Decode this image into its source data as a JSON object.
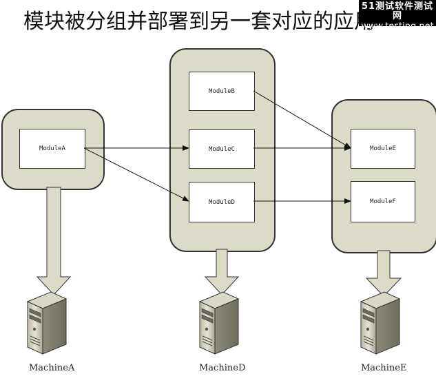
{
  "title": "模块被分组并部署到另一套对应的应用",
  "watermark": {
    "line1": "51测试软件测试网",
    "line2": "www.testing.net"
  },
  "modules": {
    "a": "ModuleA",
    "b": "ModuleB",
    "c": "ModuleC",
    "d": "ModuleD",
    "e": "ModuleE",
    "f": "ModuleF"
  },
  "machines": {
    "a": "MachineA",
    "d": "MachineD",
    "e": "MachineE"
  },
  "colors": {
    "container_fill": "#dcdbc8",
    "arrow_fill": "#dcdbc8"
  }
}
